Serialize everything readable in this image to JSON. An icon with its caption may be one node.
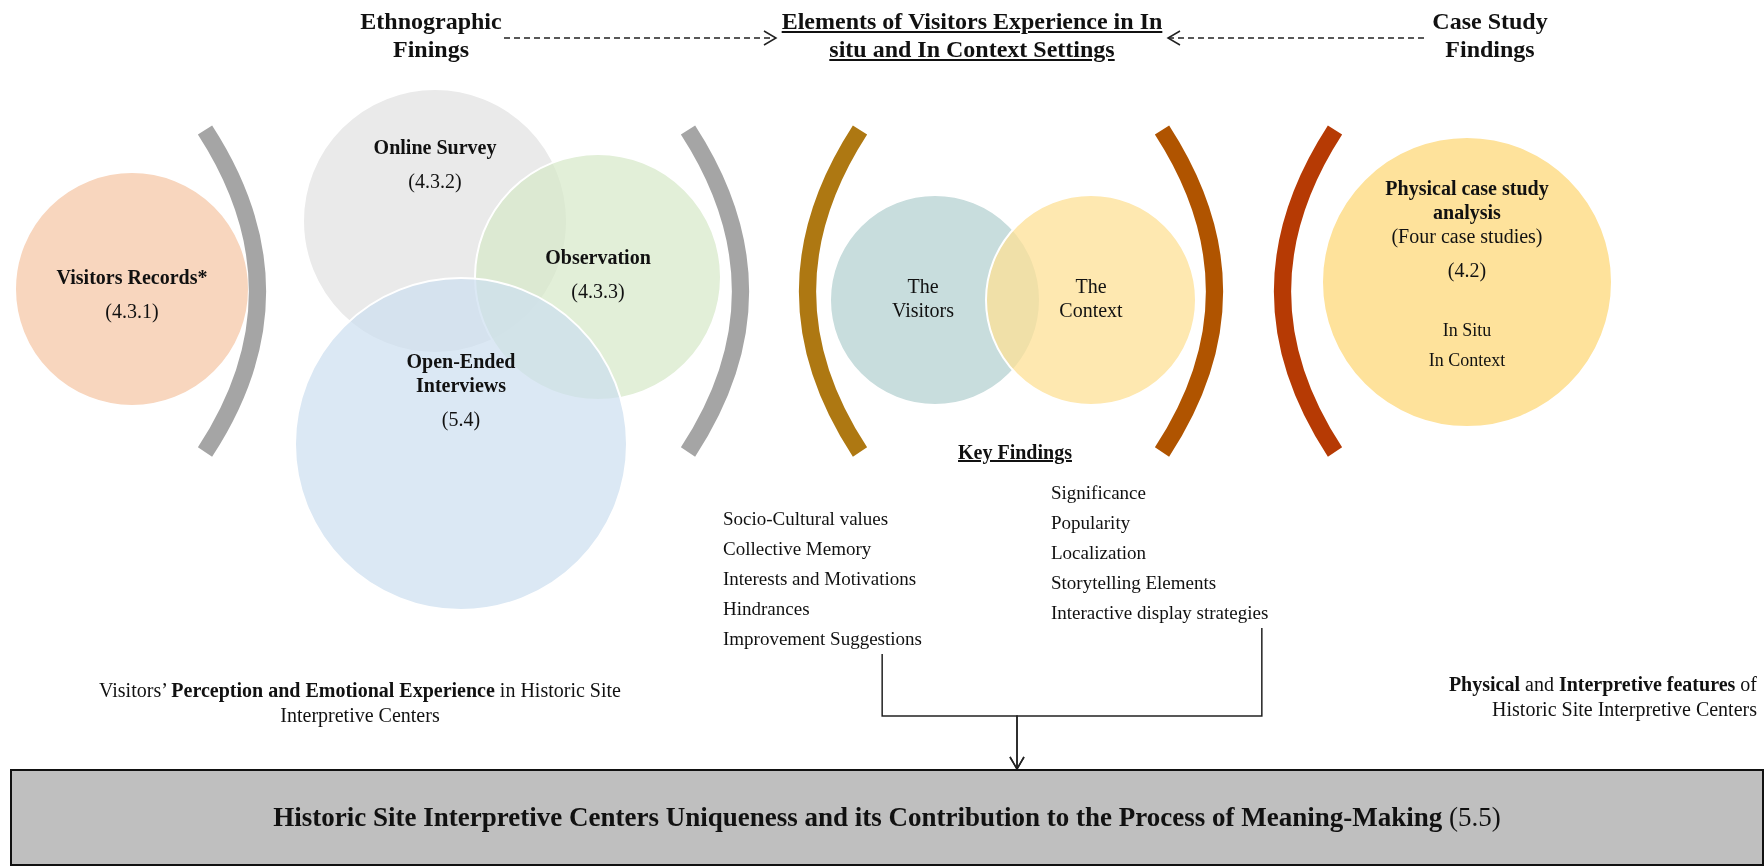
{
  "diagram": {
    "nodes": [
      {
        "text": [
          "Ethnographic Finings"
        ]
      },
      {
        "text": [
          "Elements of Visitors Experience in In situ and In Context Settings"
        ]
      },
      {
        "text": [
          "Case Study Findings"
        ]
      },
      {
        "text": [
          "Visitors Records*",
          "(4.3.1)"
        ]
      },
      {
        "text": [
          "Online Survey",
          "(4.3.2)"
        ]
      },
      {
        "text": [
          "Observation",
          "(4.3.3)"
        ]
      },
      {
        "text": [
          "Open-Ended Interviews",
          "(5.4)"
        ]
      },
      {
        "text": [
          "The Visitors"
        ]
      },
      {
        "text": [
          "The Context"
        ]
      },
      {
        "text": [
          "Physical case study analysis",
          "(Four case studies)",
          "(4.2)",
          "In Situ",
          "In Context"
        ]
      },
      {
        "text": [
          "Socio-Cultural values",
          "Collective Memory",
          "Interests and Motivations",
          "Hindrances",
          "Improvement Suggestions"
        ]
      },
      {
        "text": [
          "Significance",
          "Popularity",
          "Localization",
          "Storytelling Elements",
          "Interactive display strategies"
        ]
      },
      {
        "text": [
          "**Historic Site Interpretive Centers Uniqueness and its Contribution to the Process of Meaning-Making** (5.5)"
        ]
      }
    ],
    "edges": [
      {
        "from": 0,
        "to": 1,
        "arrow": "to",
        "style": "dashed"
      },
      {
        "from": 2,
        "to": 1,
        "arrow": "to",
        "style": "dashed"
      },
      {
        "from": 10,
        "to": 12,
        "arrow": "to"
      },
      {
        "from": 11,
        "to": 12,
        "arrow": "to"
      }
    ],
    "labels": [
      "Key Findings",
      "Visitors’ **Perception and Emotional Experience** in Historic Site Interpretive Centers",
      "**Physical** and **Interpretive features** of Historic Site Interpretive Centers"
    ]
  }
}
